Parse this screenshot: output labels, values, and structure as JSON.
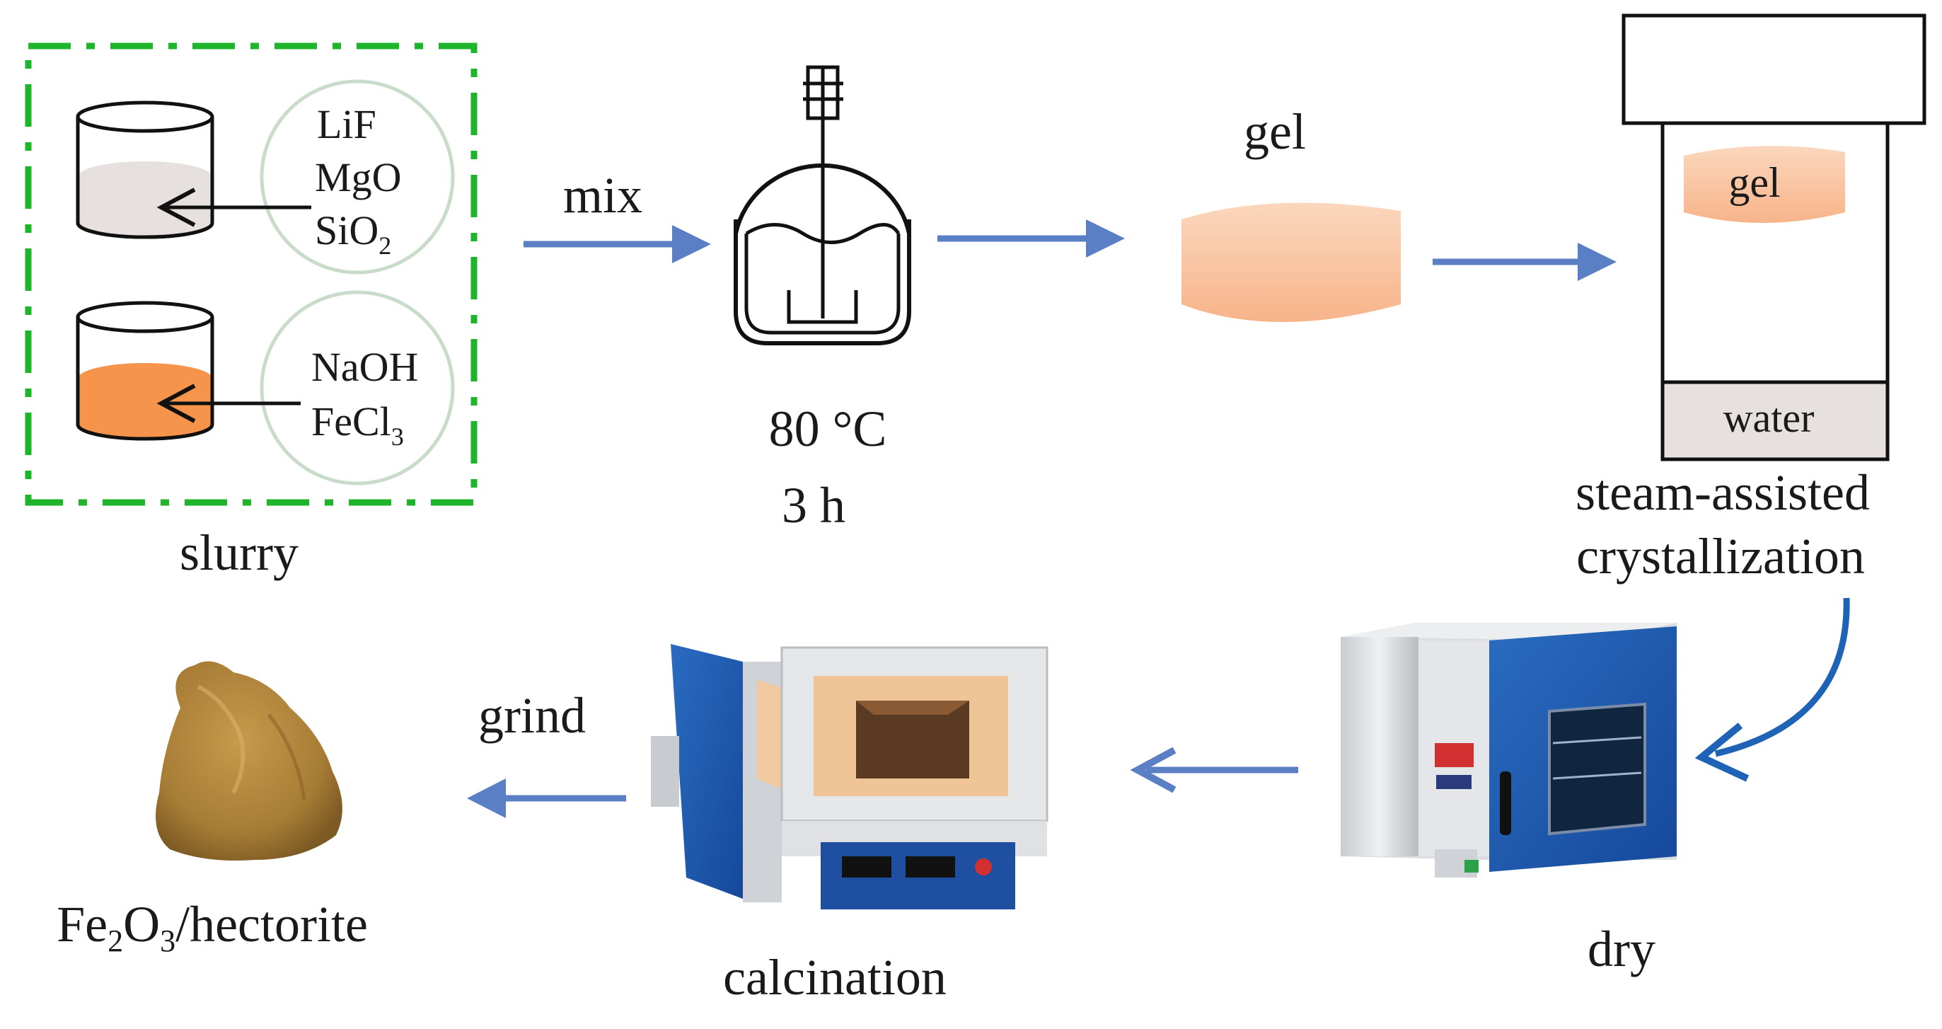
{
  "slurry": {
    "reagents_top": [
      "LiF",
      "MgO",
      "SiO"
    ],
    "reagents_top_sub": "2",
    "reagents_bottom_line1": "NaOH",
    "reagents_bottom_line2": "FeCl",
    "reagents_bottom_sub": "3",
    "label": "slurry",
    "frame_color": "#1fb52a",
    "top_liquid_color": "#e6e1df",
    "bottom_liquid_color": "#f5944a"
  },
  "mix": {
    "label": "mix",
    "temperature": "80 °C",
    "time": "3 h"
  },
  "gel": {
    "label": "gel",
    "color": "#f9c8a8"
  },
  "autoclave": {
    "gel_label": "gel",
    "water_label": "water",
    "caption_line1": "steam-assisted",
    "caption_line2": "crystallization",
    "water_color": "#e6e1df"
  },
  "dry": {
    "label": "dry",
    "oven_door_color": "#1f5fb0"
  },
  "calcination": {
    "label": "calcination",
    "furnace_door_color": "#1f5fb0"
  },
  "grind": {
    "label": "grind"
  },
  "product": {
    "p1": "Fe",
    "s1": "2",
    "p2": "O",
    "s2": "3",
    "p3": "/hectorite",
    "powder_color": "#b58a3e"
  },
  "colors": {
    "arrow": "#5b7fc4",
    "curved_arrow": "#1e63b6"
  }
}
